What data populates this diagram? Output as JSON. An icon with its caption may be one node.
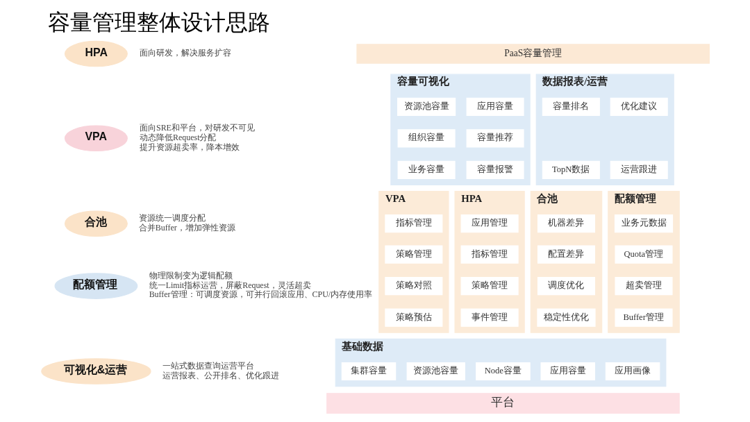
{
  "diagram": {
    "title": "容量管理整体设计思路",
    "nodes": [
      {
        "text": [
          "HPA"
        ],
        "beside": [
          "面向研发，解决服务扩容"
        ]
      },
      {
        "text": [
          "VPA"
        ],
        "beside": [
          "面向SRE和平台，对研发不可见",
          "动态降低Request分配",
          "提升资源超卖率，降本增效"
        ]
      },
      {
        "text": [
          "合池"
        ],
        "beside": [
          "资源统一调度分配",
          "合并Buffer，增加弹性资源"
        ]
      },
      {
        "text": [
          "配额管理"
        ],
        "beside": [
          "物理限制变为逻辑配额",
          "统一Limit指标运营，屏蔽Request，灵活超卖",
          "Buffer管理：可调度资源，可并行回滚应用、CPU/内存使用率"
        ]
      },
      {
        "text": [
          "可视化&运营"
        ],
        "beside": [
          "一站式数据查询运营平台",
          "运营报表、公开排名、优化跟进"
        ]
      },
      {
        "text": [
          "PaaS容量管理"
        ]
      },
      {
        "text": [
          "容量可视化"
        ]
      },
      {
        "text": [
          "资源池容量"
        ],
        "in": 6
      },
      {
        "text": [
          "应用容量"
        ],
        "in": 6
      },
      {
        "text": [
          "组织容量"
        ],
        "in": 6
      },
      {
        "text": [
          "容量推荐"
        ],
        "in": 6
      },
      {
        "text": [
          "业务容量"
        ],
        "in": 6
      },
      {
        "text": [
          "容量报警"
        ],
        "in": 6
      },
      {
        "text": [
          "数据报表/运营"
        ]
      },
      {
        "text": [
          "容量排名"
        ],
        "in": 13
      },
      {
        "text": [
          "优化建议"
        ],
        "in": 13
      },
      {
        "text": [
          "TopN数据"
        ],
        "in": 13
      },
      {
        "text": [
          "运营跟进"
        ],
        "in": 13
      },
      {
        "text": [
          "VPA"
        ]
      },
      {
        "text": [
          "指标管理"
        ],
        "in": 18
      },
      {
        "text": [
          "策略管理"
        ],
        "in": 18
      },
      {
        "text": [
          "策略对照"
        ],
        "in": 18
      },
      {
        "text": [
          "策略预估"
        ],
        "in": 18
      },
      {
        "text": [
          "HPA"
        ]
      },
      {
        "text": [
          "应用管理"
        ],
        "in": 23
      },
      {
        "text": [
          "指标管理"
        ],
        "in": 23
      },
      {
        "text": [
          "策略管理"
        ],
        "in": 23
      },
      {
        "text": [
          "事件管理"
        ],
        "in": 23
      },
      {
        "text": [
          "合池"
        ]
      },
      {
        "text": [
          "机器差异"
        ],
        "in": 28
      },
      {
        "text": [
          "配置差异"
        ],
        "in": 28
      },
      {
        "text": [
          "调度优化"
        ],
        "in": 28
      },
      {
        "text": [
          "稳定性优化"
        ],
        "in": 28
      },
      {
        "text": [
          "配额管理"
        ]
      },
      {
        "text": [
          "业务元数据"
        ],
        "in": 33
      },
      {
        "text": [
          "Quota管理"
        ],
        "in": 33
      },
      {
        "text": [
          "超卖管理"
        ],
        "in": 33
      },
      {
        "text": [
          "Buffer管理"
        ],
        "in": 33
      },
      {
        "text": [
          "基础数据"
        ]
      },
      {
        "text": [
          "集群容量"
        ],
        "in": 38
      },
      {
        "text": [
          "资源池容量"
        ],
        "in": 38
      },
      {
        "text": [
          "Node容量"
        ],
        "in": 38
      },
      {
        "text": [
          "应用容量"
        ],
        "in": 38
      },
      {
        "text": [
          "应用画像"
        ],
        "in": 38
      },
      {
        "text": [
          "平台"
        ]
      }
    ]
  }
}
